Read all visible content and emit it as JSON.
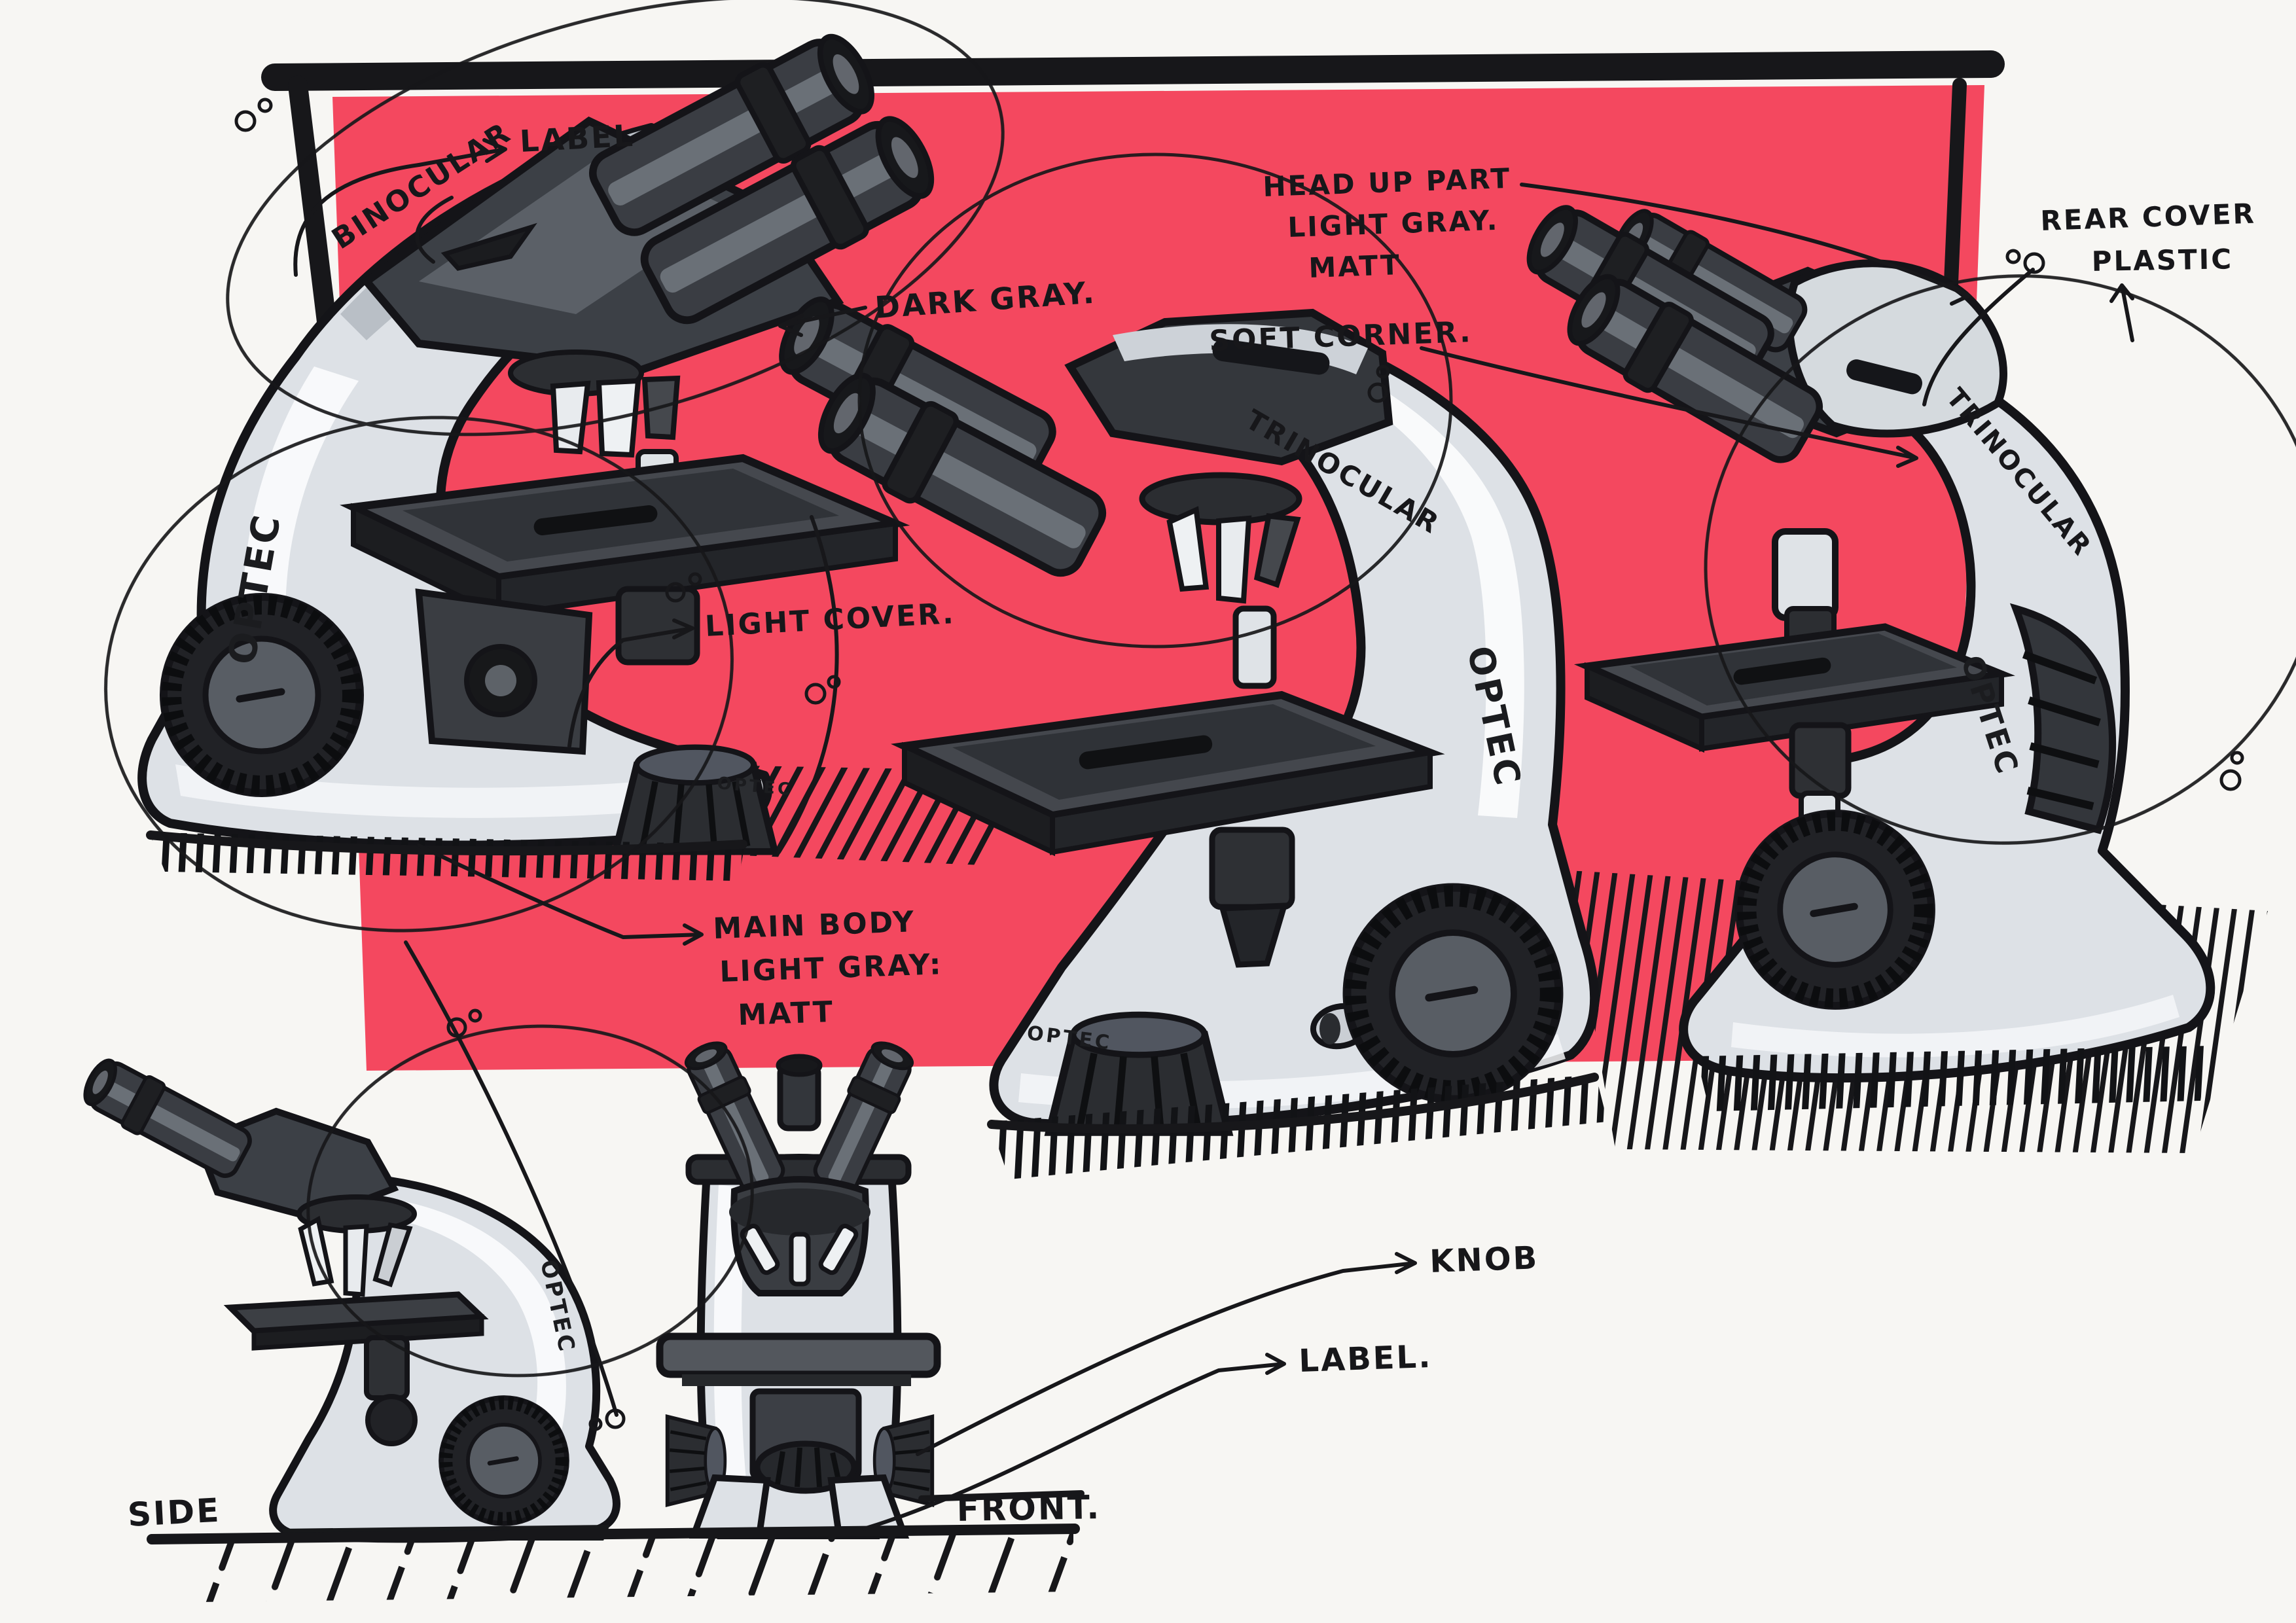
{
  "brand": "OPTEC",
  "annotations": {
    "label_top": "LABEL",
    "binocular": "BINOCULAR",
    "dark_gray": "DARK GRAY.",
    "head_up_1": "HEAD UP PART",
    "head_up_2": "LIGHT GRAY.",
    "head_up_3": "MATT",
    "soft_corner": "SOFT CORNER.",
    "trinocular_mid": "TRINOCULAR",
    "rear_cover_1": "REAR COVER",
    "rear_cover_2": "PLASTIC",
    "trinocular_right": "TRINOCULAR",
    "light_cover": "LIGHT COVER.",
    "main_body_1": "MAIN BODY",
    "main_body_2": "LIGHT GRAY:",
    "main_body_3": "MATT",
    "knob": "KNOB",
    "label_bottom": "LABEL.",
    "side_view": "SIDE",
    "front_view": "FRONT."
  },
  "colors": {
    "paper": "#f7f6f3",
    "panel_pink": "#f4485f",
    "ink": "#17171a",
    "body_light": "#dde1e6",
    "body_dark": "#3a3e44"
  }
}
